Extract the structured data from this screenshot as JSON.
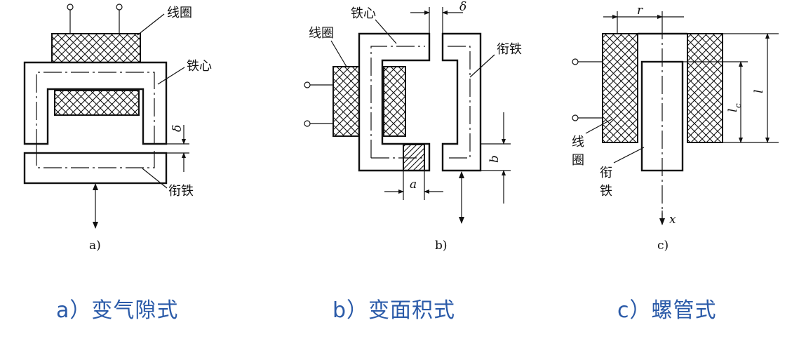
{
  "diagram_a": {
    "coil_label": "线圈",
    "core_label": "铁心",
    "armature_label": "衔铁",
    "gap_symbol": "δ",
    "sub_label": "a)",
    "caption": "a）变气隙式"
  },
  "diagram_b": {
    "coil_label": "线圈",
    "core_label": "铁心",
    "armature_label": "衔铁",
    "gap_symbol": "δ",
    "dim_a": "a",
    "dim_b": "b",
    "sub_label": "b)",
    "caption": "b）变面积式"
  },
  "diagram_c": {
    "coil_label_1": "线",
    "coil_label_2": "圈",
    "armature_label_1": "衔",
    "armature_label_2": "铁",
    "dim_r": "r",
    "dim_l": "l",
    "dim_lc_main": "l",
    "dim_lc_sub": "c",
    "axis_x": "x",
    "sub_label": "c)",
    "caption": "c）螺管式"
  },
  "colors": {
    "line": "#111111",
    "caption": "#2a5aa8"
  }
}
